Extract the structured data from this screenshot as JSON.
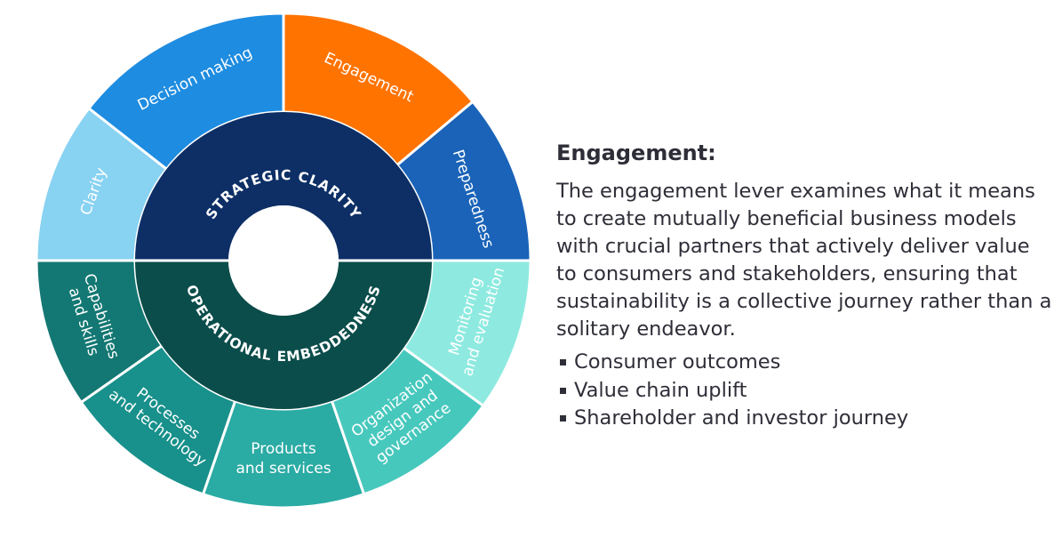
{
  "wheel": {
    "center_fill": "#ffffff",
    "inner_rings": [
      {
        "label": "STRATEGIC CLARITY",
        "color": "#0d2f66"
      },
      {
        "label": "OPERATIONAL EMBEDDEDNESS",
        "color": "#0b4d4b"
      }
    ],
    "segments": [
      {
        "lines": [
          "Decision making"
        ],
        "color": "#1e8ce0",
        "text_color": "#ffffff"
      },
      {
        "lines": [
          "Engagement"
        ],
        "color": "#ff7300",
        "text_color": "#ffffff"
      },
      {
        "lines": [
          "Preparedness"
        ],
        "color": "#1a63b8",
        "text_color": "#ffffff"
      },
      {
        "lines": [
          "Monitoring",
          "and evaluation"
        ],
        "color": "#8eeae0",
        "text_color": "#1f3f3f"
      },
      {
        "lines": [
          "Organization",
          "design and",
          "governance"
        ],
        "color": "#47c8bd",
        "text_color": "#ffffff"
      },
      {
        "lines": [
          "Products",
          "and services"
        ],
        "color": "#2aaba4",
        "text_color": "#ffffff"
      },
      {
        "lines": [
          "Processes",
          "and technology"
        ],
        "color": "#18908b",
        "text_color": "#ffffff"
      },
      {
        "lines": [
          "Capabilities",
          "and skills"
        ],
        "color": "#137873",
        "text_color": "#ffffff"
      },
      {
        "lines": [
          "Clarity"
        ],
        "color": "#88d2f2",
        "text_color": "#1d4c7a"
      }
    ]
  },
  "panel": {
    "title": "Engagement:",
    "description": "The engagement lever examines what it means to create mutually beneficial business models with crucial partners that actively deliver value to consumers and stakeholders, ensuring that sustainability is a collective journey rather than a solitary endeavor.",
    "bullets": [
      "Consumer outcomes",
      "Value chain uplift",
      "Shareholder and investor journey"
    ]
  }
}
